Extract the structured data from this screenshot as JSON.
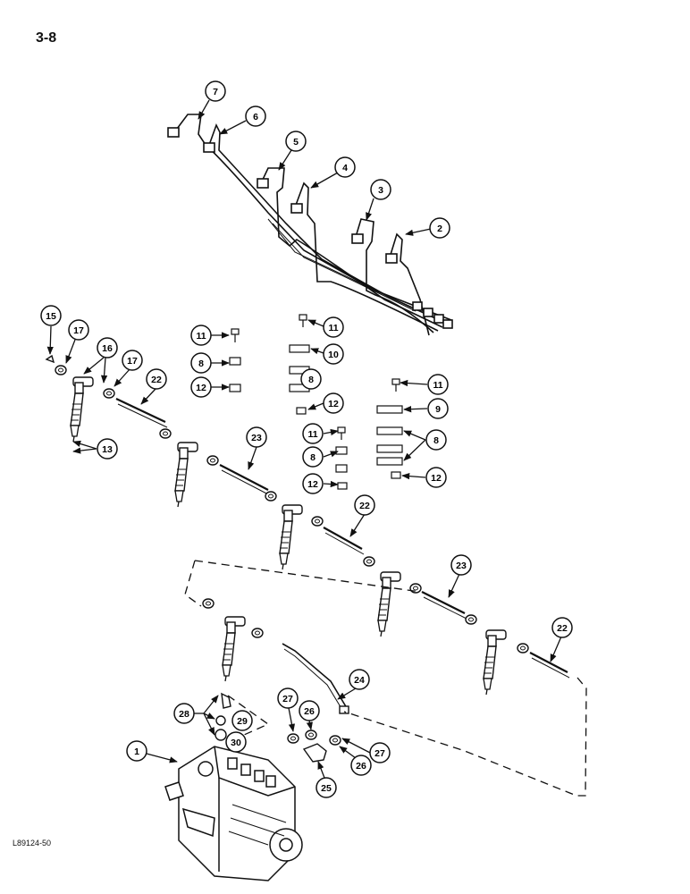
{
  "page": {
    "page_number": "3-8",
    "figure_code": "L89124-50"
  },
  "callouts": [
    {
      "id": "c7a",
      "label": "7"
    },
    {
      "id": "c6a",
      "label": "6"
    },
    {
      "id": "c5a",
      "label": "5"
    },
    {
      "id": "c4a",
      "label": "4"
    },
    {
      "id": "c3a",
      "label": "3"
    },
    {
      "id": "c2a",
      "label": "2"
    },
    {
      "id": "c15",
      "label": "15"
    },
    {
      "id": "c17a",
      "label": "17"
    },
    {
      "id": "c16",
      "label": "16"
    },
    {
      "id": "c17b",
      "label": "17"
    },
    {
      "id": "c22a",
      "label": "22"
    },
    {
      "id": "c13",
      "label": "13"
    },
    {
      "id": "c11a",
      "label": "11"
    },
    {
      "id": "c8a",
      "label": "8"
    },
    {
      "id": "c12a",
      "label": "12"
    },
    {
      "id": "c11b",
      "label": "11"
    },
    {
      "id": "c10",
      "label": "10"
    },
    {
      "id": "c8b",
      "label": "8"
    },
    {
      "id": "c12b",
      "label": "12"
    },
    {
      "id": "c11c",
      "label": "11"
    },
    {
      "id": "c8c",
      "label": "8"
    },
    {
      "id": "c12c",
      "label": "12"
    },
    {
      "id": "c11d",
      "label": "11"
    },
    {
      "id": "c9",
      "label": "9"
    },
    {
      "id": "c8d",
      "label": "8"
    },
    {
      "id": "c12d",
      "label": "12"
    },
    {
      "id": "c23a",
      "label": "23"
    },
    {
      "id": "c22b",
      "label": "22"
    },
    {
      "id": "c23b",
      "label": "23"
    },
    {
      "id": "c22c",
      "label": "22"
    },
    {
      "id": "c24",
      "label": "24"
    },
    {
      "id": "c28",
      "label": "28"
    },
    {
      "id": "c29",
      "label": "29"
    },
    {
      "id": "c30",
      "label": "30"
    },
    {
      "id": "c27a",
      "label": "27"
    },
    {
      "id": "c26a",
      "label": "26"
    },
    {
      "id": "c26b",
      "label": "26"
    },
    {
      "id": "c27b",
      "label": "27"
    },
    {
      "id": "c25",
      "label": "25"
    },
    {
      "id": "c1",
      "label": "1"
    }
  ]
}
